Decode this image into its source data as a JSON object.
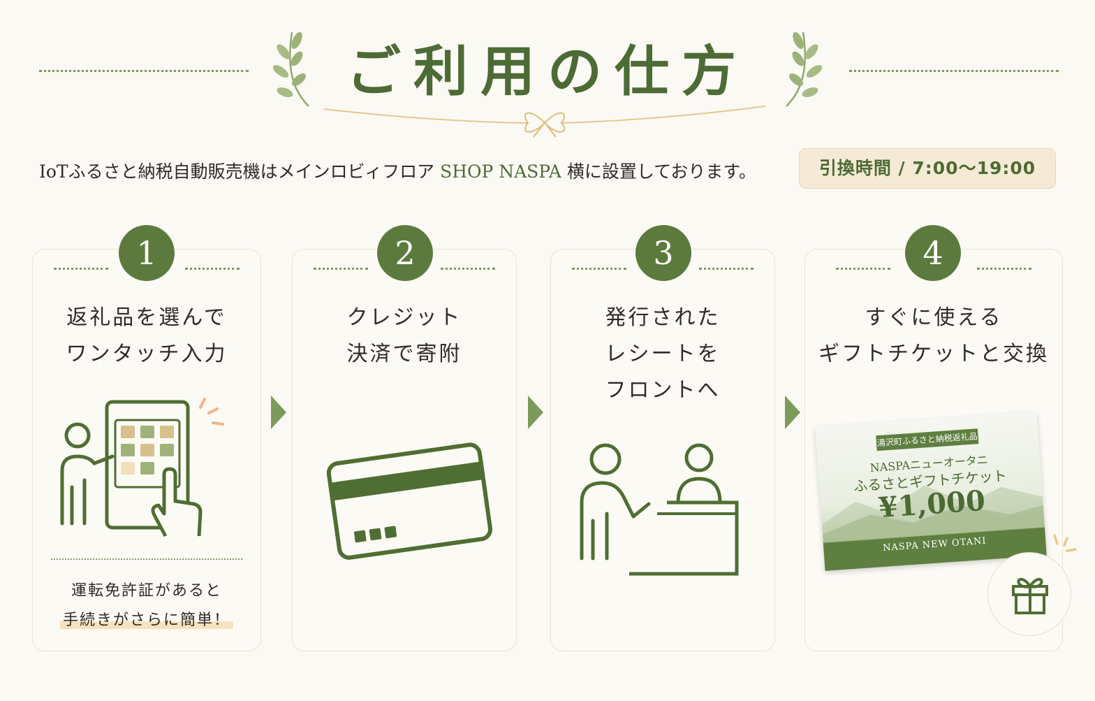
{
  "header": {
    "title": "ご利用の仕方"
  },
  "intro": {
    "text_before": "IoTふるさと納税自動販売機はメインロビィフロア ",
    "shop": "SHOP NASPA",
    "text_after": " 横に設置しております。"
  },
  "hours": "引換時間 / 7:00〜19:00",
  "steps": [
    {
      "number": "1",
      "lines": [
        "返礼品を選んで",
        "ワンタッチ入力"
      ],
      "icon": "touch-panel-icon"
    },
    {
      "number": "2",
      "lines": [
        "クレジット",
        "決済で寄附"
      ],
      "icon": "credit-card-icon"
    },
    {
      "number": "3",
      "lines": [
        "発行された",
        "レシートを",
        "フロントへ"
      ],
      "icon": "front-desk-icon"
    },
    {
      "number": "4",
      "lines": [
        "すぐに使える",
        "ギフトチケットと交換"
      ],
      "icon": "gift-ticket-icon"
    }
  ],
  "note": {
    "line1": "運転免許証があると",
    "line2": "手続きがさらに簡単！"
  },
  "ticket": {
    "tag": "湯沢町ふるさと納税返礼品",
    "line1": "NASPAニューオータニ",
    "line2": "ふるさとギフトチケット",
    "price": "¥1,000",
    "brand": "NASPA NEW OTANI"
  },
  "colors": {
    "background": "#fbf9f4",
    "green": "#5c7a3d",
    "gold": "#e3c98f",
    "hours_bg": "#f5ead6"
  }
}
